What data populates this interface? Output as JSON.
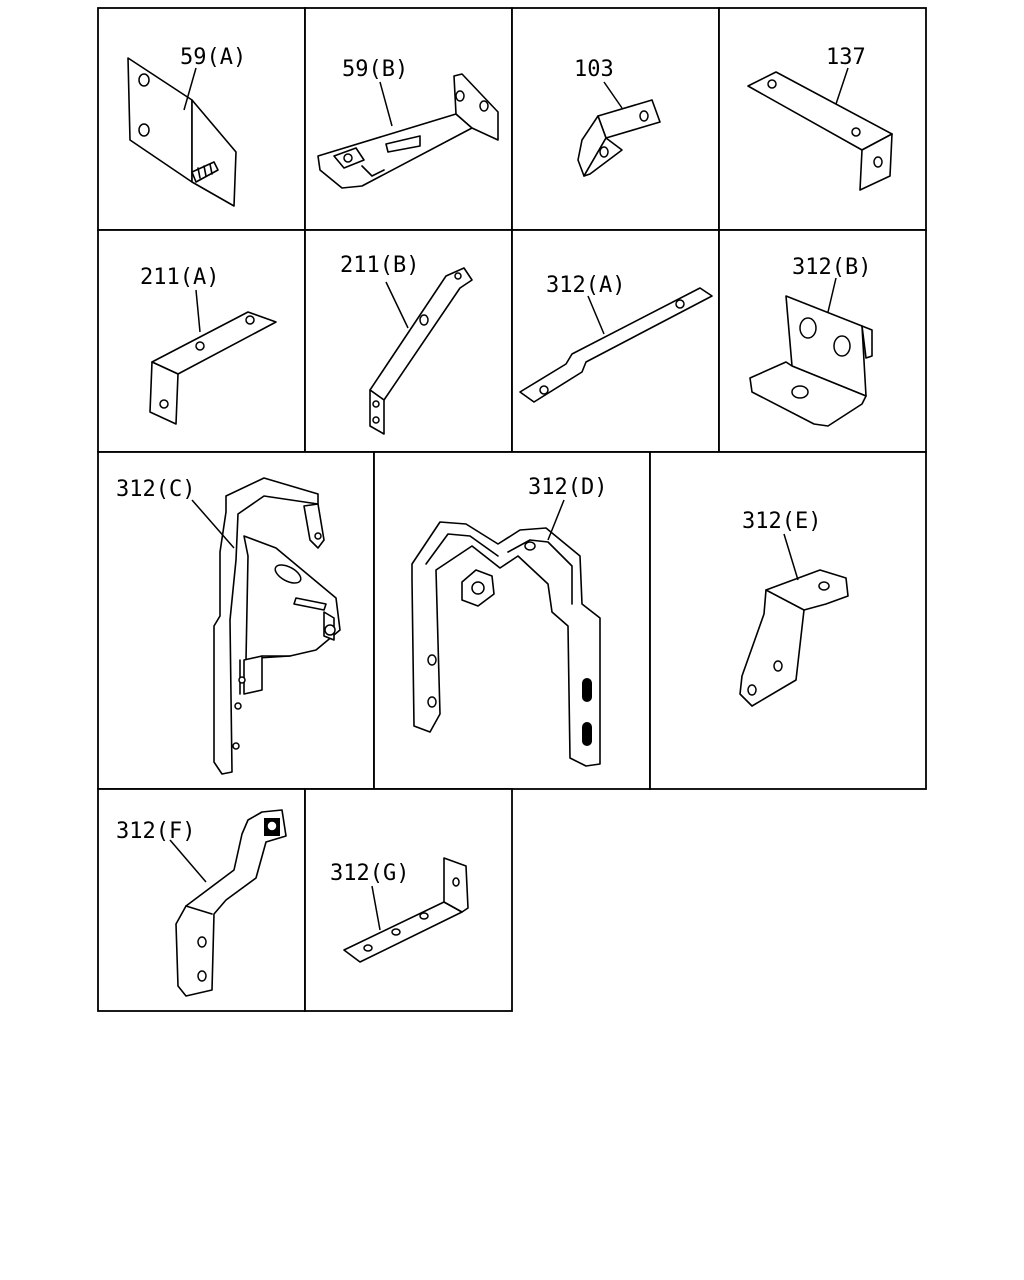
{
  "callouts": {
    "c59a": "59(A)",
    "c59b": "59(B)",
    "c103": "103",
    "c137": "137",
    "c211a": "211(A)",
    "c211b": "211(B)",
    "c312a": "312(A)",
    "c312b": "312(B)",
    "c312c": "312(C)",
    "c312d": "312(D)",
    "c312e": "312(E)",
    "c312f": "312(F)",
    "c312g": "312(G)"
  }
}
